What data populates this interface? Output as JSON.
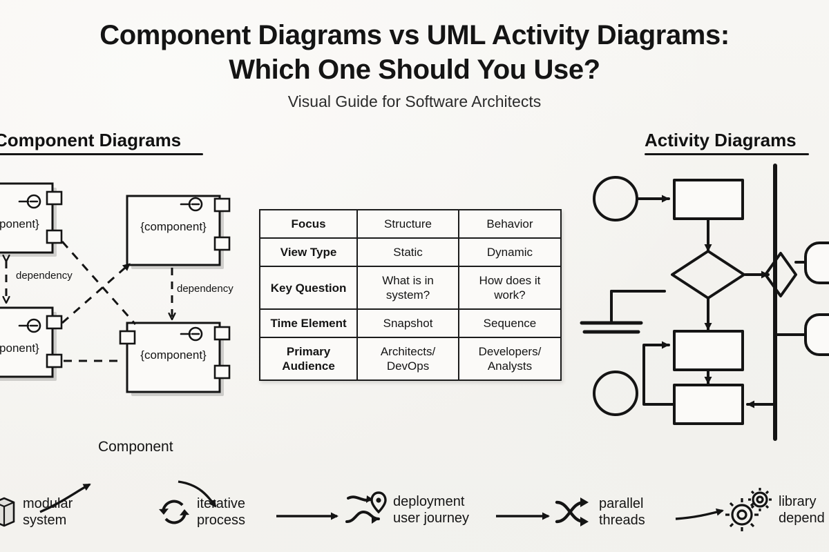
{
  "header": {
    "title_line1": "Component Diagrams vs UML Activity Diagrams:",
    "title_line2": "Which One Should You Use?",
    "subtitle": "Visual Guide for Software Architects"
  },
  "sections": {
    "left_heading": "Component Diagrams",
    "right_heading": "Activity Diagrams"
  },
  "component_diagram": {
    "node_label": "{component}",
    "nodes": [
      {
        "id": "c1",
        "label": "{component}"
      },
      {
        "id": "c2",
        "label": "{component}"
      },
      {
        "id": "c3",
        "label": "{component}"
      },
      {
        "id": "c4",
        "label": "{component}"
      }
    ],
    "edge_labels": [
      "dependency",
      "dependency"
    ]
  },
  "comparison_table": {
    "rows": [
      {
        "label": "Focus",
        "component": "Structure",
        "activity": "Behavior"
      },
      {
        "label": "View Type",
        "component": "Static",
        "activity": "Dynamic"
      },
      {
        "label": "Key Question",
        "component": "What is in\nsystem?",
        "activity": "How does it\nwork?"
      },
      {
        "label": "Time Element",
        "component": "Snapshot",
        "activity": "Sequence"
      },
      {
        "label": "Primary\nAudience",
        "component": "Architects/\nDevOps",
        "activity": "Developers/\nAnalysts"
      }
    ]
  },
  "icon_strip": {
    "annotation": "Component",
    "items": [
      {
        "icon": "cube-icon",
        "label": "modular\nsystem"
      },
      {
        "icon": "refresh-cycle-icon",
        "label": "iterative\nprocess"
      },
      {
        "icon": "route-pin-icon",
        "label": "deployment\nuser journey"
      },
      {
        "icon": "fork-threads-icon",
        "label": "parallel\nthreads"
      },
      {
        "icon": "gears-icon",
        "label": "library\ndepend"
      }
    ]
  },
  "colors": {
    "paper": "#f6f5f2",
    "ink": "#141414",
    "card": "#fbfaf8"
  }
}
